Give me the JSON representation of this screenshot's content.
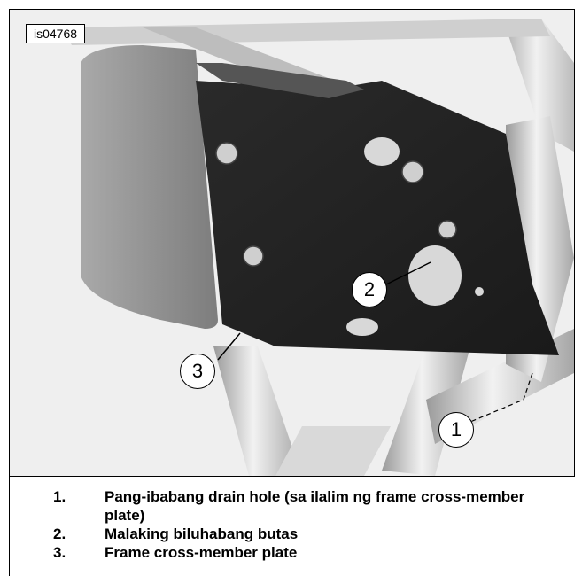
{
  "figure": {
    "id_label": "is04768",
    "callouts": [
      "1",
      "2",
      "3"
    ]
  },
  "legend": [
    {
      "num": "1.",
      "text": "Pang-ibabang drain hole (sa ilalim ng frame cross-member plate)"
    },
    {
      "num": "2.",
      "text": "Malaking biluhabang butas"
    },
    {
      "num": "3.",
      "text": "Frame cross-member plate"
    }
  ]
}
